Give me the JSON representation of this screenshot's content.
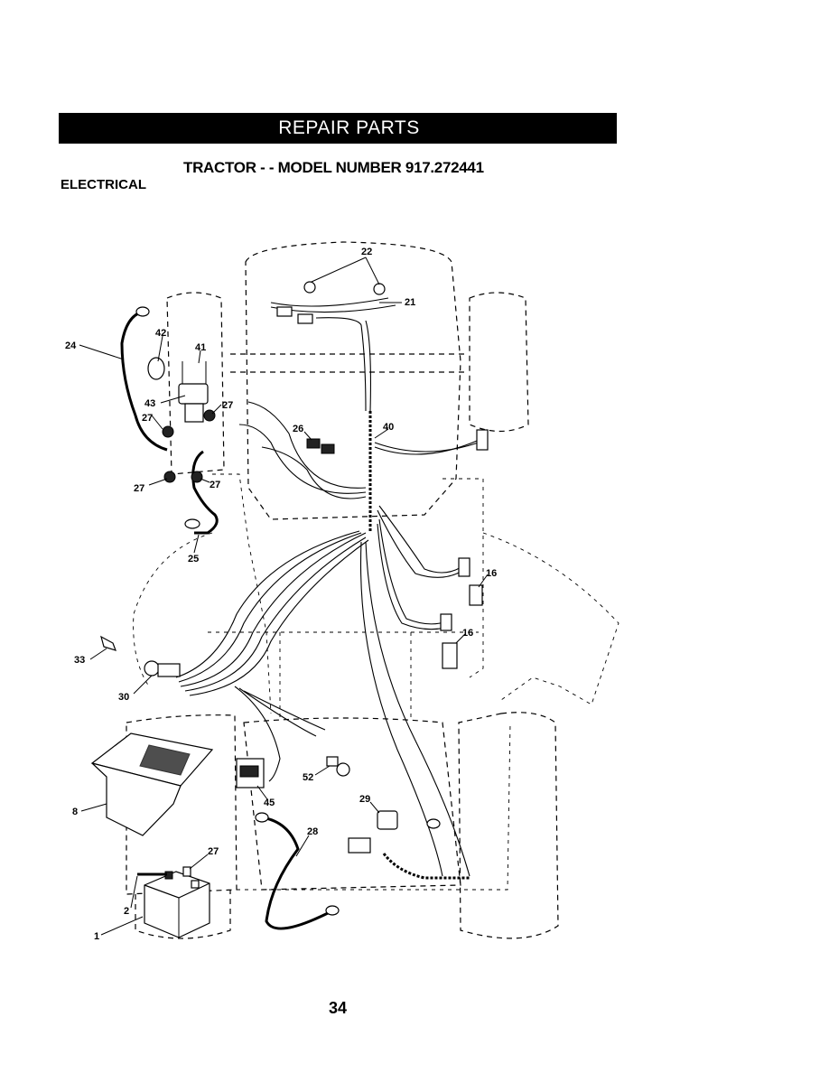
{
  "header": {
    "banner_title": "REPAIR PARTS",
    "model_line": "TRACTOR - - MODEL NUMBER 917.272441",
    "section_title": "ELECTRICAL"
  },
  "diagram": {
    "callouts": [
      "22",
      "21",
      "24",
      "42",
      "41",
      "43",
      "27",
      "27",
      "26",
      "40",
      "27",
      "27",
      "25",
      "16",
      "16",
      "33",
      "30",
      "8",
      "45",
      "52",
      "29",
      "28",
      "27",
      "2",
      "1"
    ]
  },
  "footer": {
    "page_number": "34"
  }
}
